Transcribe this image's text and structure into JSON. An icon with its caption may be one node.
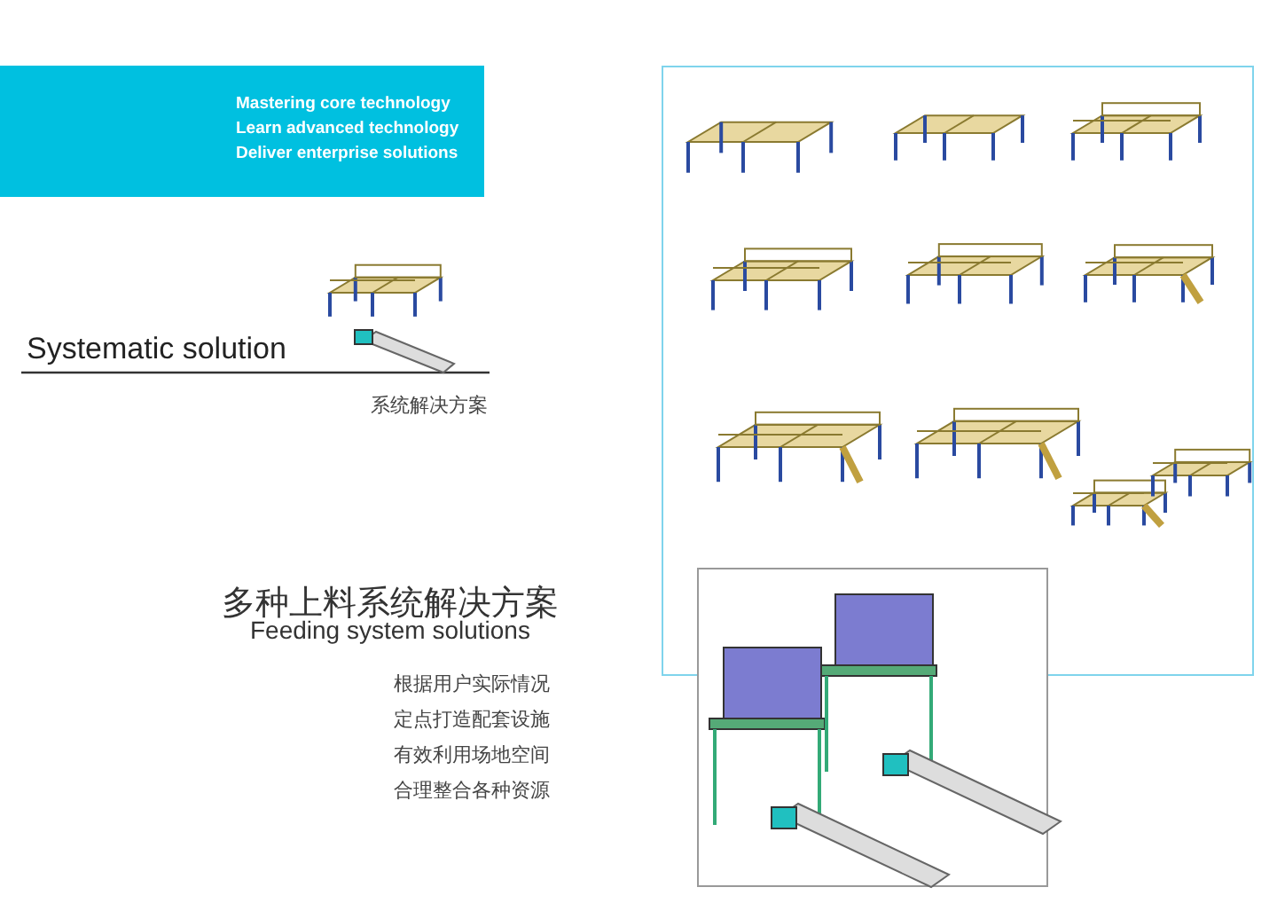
{
  "diagram": {
    "labels": [
      "Mastering core technology",
      "Learn advanced technology",
      "Deliver enterprise solutions",
      "Systematic solution",
      "系统解决方案",
      "多种上料系统解决方案",
      "Feeding system solutions",
      "根据用户实际情况",
      "定点打造配套设施",
      "有效利用场地空间",
      "合理整合各种资源"
    ]
  }
}
